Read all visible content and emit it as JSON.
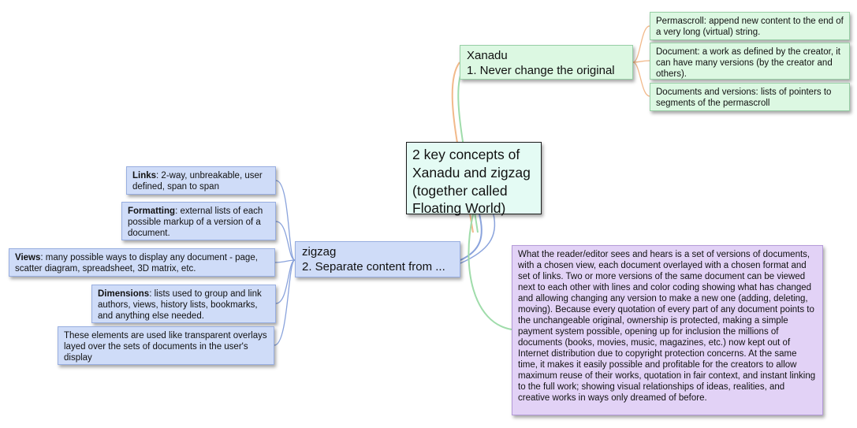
{
  "colors": {
    "blue_node": "#cfdcf8",
    "green_node": "#dcf8e2",
    "purple_node": "#e2d2f6",
    "central_node": "#e4fbf4",
    "link_blue": "#8aa3dc",
    "link_green": "#9fdcaa",
    "link_orange": "#f2b98a"
  },
  "central": {
    "text": "2 key concepts of Xanadu and zigzag (together called Floating World)"
  },
  "xanadu": {
    "title": "Xanadu",
    "subtitle": "1. Never change the original",
    "children": [
      {
        "text": "Permascroll: append new content to the end of a very long (virtual) string."
      },
      {
        "text": "Document: a work as defined by the creator, it can have many versions (by the creator and others)."
      },
      {
        "text": "Documents and versions: lists of pointers to segments of the permascroll"
      }
    ]
  },
  "zigzag": {
    "title": "zigzag",
    "subtitle": "2. Separate content from ...",
    "children": [
      {
        "bold": "Links",
        "text": ": 2-way, unbreakable, user defined, span to span"
      },
      {
        "bold": "Formatting",
        "text": ": external lists of each possible markup of a version of a document."
      },
      {
        "bold": "Views",
        "text": ": many possible ways to display any document - page, scatter diagram, spreadsheet, 3D matrix, etc."
      },
      {
        "bold": "Dimensions",
        "text": ": lists used to group and link authors, views, history lists, bookmarks, and anything else needed."
      },
      {
        "bold": "",
        "text": "These elements are used like transparent overlays layed over the sets of documents in the user's display"
      }
    ]
  },
  "reader": {
    "text": "What the reader/editor sees and hears is a set of versions of documents, with a chosen view, each document overlayed with a chosen format and set of links. Two or more versions of the same document can be viewed next to each other with lines and color coding showing what has changed and allowing changing any version to make a new one (adding, deleting, moving). Because every quotation of every part of any document points to the unchangeable original, ownership is protected, making a simple payment system possible, opening up for inclusion the millions of documents (books, movies, music, magazines, etc.) now kept out of Internet distribution due to copyright protection concerns. At the same time, it makes it easily possible and profitable for the creators to allow maximum reuse of their works, quotation in fair context, and instant linking to the full work; showing visual relationships of ideas, realities, and creative works in ways only dreamed of before."
  }
}
